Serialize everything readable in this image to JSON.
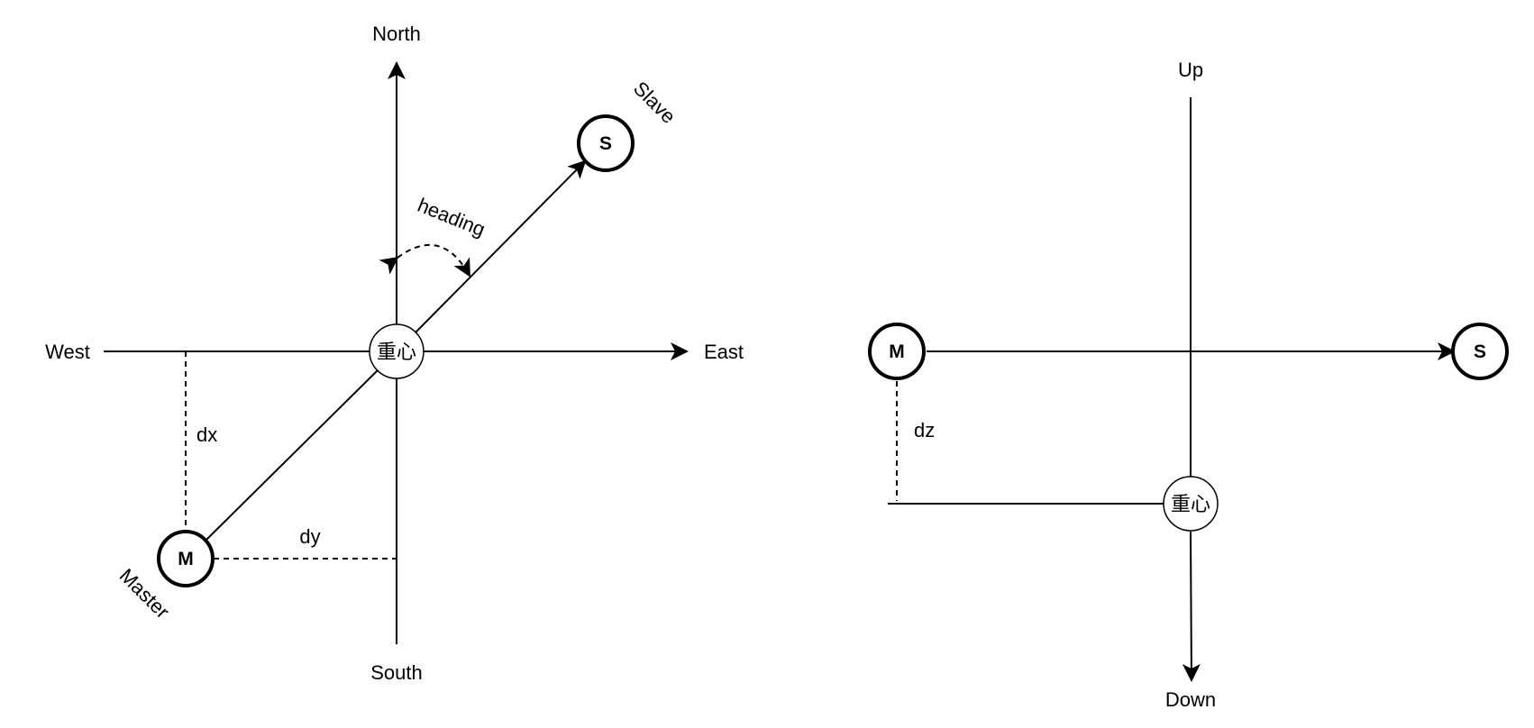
{
  "horizontal_view": {
    "north": "North",
    "south": "South",
    "west": "West",
    "east": "East",
    "center": "重心",
    "slave_node": "S",
    "slave_caption": "Slave",
    "master_node": "M",
    "master_caption": "Master",
    "heading": "heading",
    "dx": "dx",
    "dy": "dy"
  },
  "vertical_view": {
    "up": "Up",
    "down": "Down",
    "center": "重心",
    "master_node": "M",
    "slave_node": "S",
    "dz": "dz"
  }
}
